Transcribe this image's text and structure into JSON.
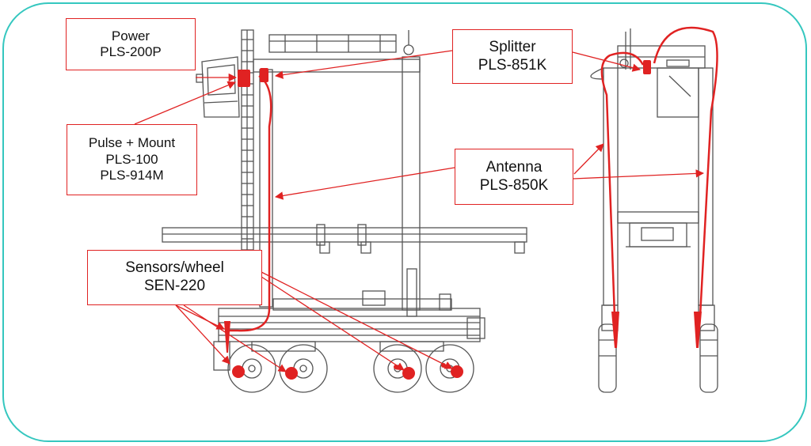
{
  "colors": {
    "frame": "#35c7bf",
    "accent": "#e02222",
    "line_art": "#555555"
  },
  "callouts": {
    "power": {
      "lines": [
        "Power",
        "PLS-200P"
      ]
    },
    "pulse": {
      "lines": [
        "Pulse + Mount",
        "PLS-100",
        "PLS-914M"
      ]
    },
    "sensors": {
      "lines": [
        "Sensors/wheel",
        "SEN-220"
      ]
    },
    "splitter": {
      "lines": [
        "Splitter",
        "PLS-851K"
      ]
    },
    "antenna": {
      "lines": [
        "Antenna",
        "PLS-850K"
      ]
    }
  }
}
